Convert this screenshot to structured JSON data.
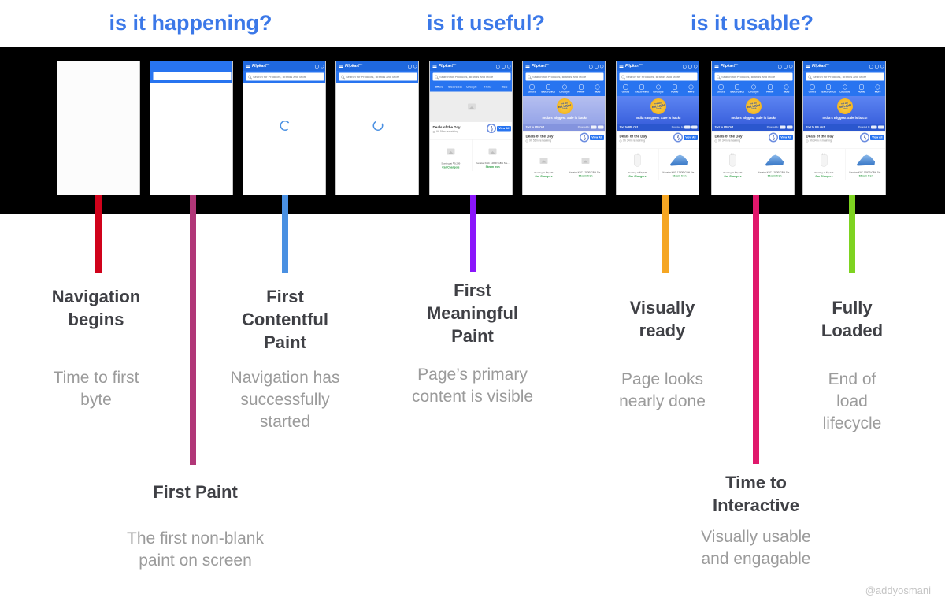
{
  "header": {
    "accent_color": "#3B78E8",
    "questions": [
      {
        "label": "is it happening?"
      },
      {
        "label": "is it useful?"
      },
      {
        "label": "is it usable?"
      }
    ]
  },
  "metrics": [
    {
      "id": "navigation-begins",
      "heading": "Navigation\nbegins",
      "sub": "Time to first\nbyte"
    },
    {
      "id": "first-paint",
      "heading": "First Paint",
      "sub": "The first non-blank\npaint on screen"
    },
    {
      "id": "first-contentful-paint",
      "heading": "First\nContentful\nPaint",
      "sub": "Navigation has\nsuccessfully\nstarted"
    },
    {
      "id": "first-meaningful-paint",
      "heading": "First\nMeaningful\nPaint",
      "sub": "Page’s primary\ncontent is visible"
    },
    {
      "id": "visually-ready",
      "heading": "Visually\nready",
      "sub": "Page looks\nnearly done"
    },
    {
      "id": "time-to-interactive",
      "heading": "Time to\nInteractive",
      "sub": "Visually usable\nand engagable"
    },
    {
      "id": "fully-loaded",
      "heading": "Fully\nLoaded",
      "sub": "End of\nload lifecycle"
    }
  ],
  "timeline_colors": {
    "navigation_begins": "#D0021B",
    "first_paint": "#B13778",
    "first_contentful_paint": "#4A90E2",
    "first_meaningful_paint": "#8A16FB",
    "visually_ready": "#F5A623",
    "time_to_interactive": "#E0186C",
    "fully_loaded": "#7ED321"
  },
  "flipkart": {
    "logo": "Flipkart",
    "logo_suffix": "lite",
    "search_placeholder": "Search for Products, Brands and More",
    "categories": [
      {
        "label": "Offers"
      },
      {
        "label": "Electronics"
      },
      {
        "label": "Lifestyle"
      },
      {
        "label": "Home"
      },
      {
        "label": "More"
      }
    ],
    "banner": {
      "badge_line1": "THE BIG",
      "badge_line2": "BILLION",
      "badge_line3": "DAYS",
      "headline": "India's Biggest Sale is back!",
      "dates": "2nd to 6th Oct",
      "presented_by": "Presented by"
    },
    "deals": {
      "title": "Deals of the Day",
      "timer_early": "9h 56m remaining",
      "timer_late": "9h 34m remaining",
      "view_all": "View All"
    },
    "products": [
      {
        "caption": "Starting at ₹9,249",
        "link": "Car Chargers"
      },
      {
        "caption": "Kenstar KNC 1280P-GBH Ste...",
        "link": "Steam Iron"
      }
    ]
  },
  "credit": "@addyosmani"
}
